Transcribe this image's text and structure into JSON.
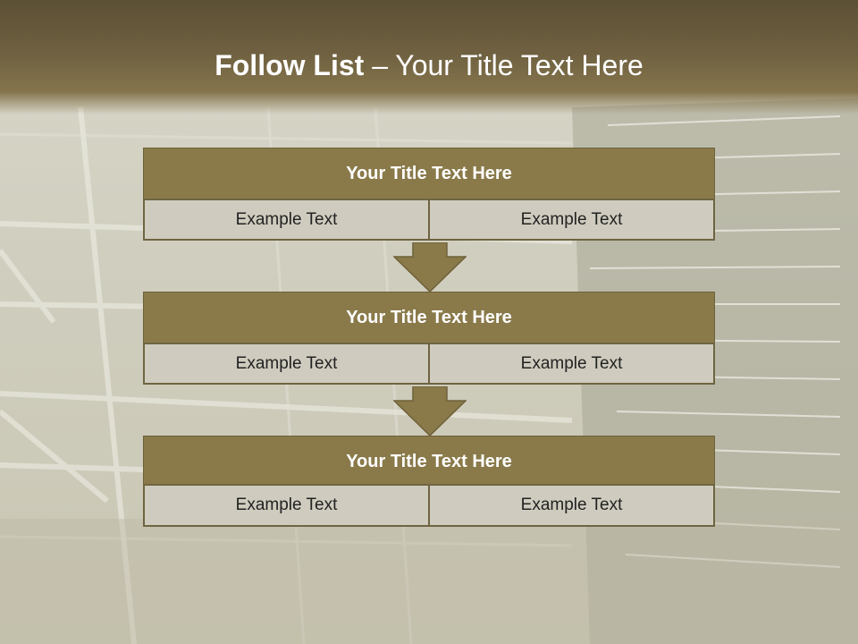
{
  "slide": {
    "title_bold": "Follow List",
    "title_rest": " – Your Title Text Here"
  },
  "steps": [
    {
      "title": "Your Title Text Here",
      "left": "Example Text",
      "right": "Example Text"
    },
    {
      "title": "Your Title Text Here",
      "left": "Example Text",
      "right": "Example Text"
    },
    {
      "title": "Your Title Text Here",
      "left": "Example Text",
      "right": "Example Text"
    }
  ],
  "colors": {
    "header": "#6e6040",
    "box_title": "#8a7a4a",
    "box_cell": "#cfccbf",
    "arrow": "#8a7a4a"
  }
}
